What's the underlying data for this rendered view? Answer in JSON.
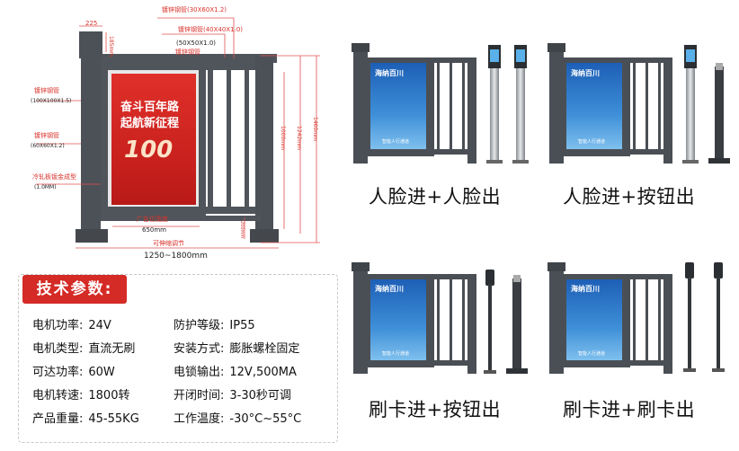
{
  "drawing": {
    "labels": {
      "top_tube": "镀锌钢管(30X60X1.2)",
      "width_225": "225",
      "height_185": "185mm",
      "tube_40": "镀锌钢管(40X40X1.0)",
      "tube_50_spec": "(50X50X1.0)",
      "tube_50_name": "镀锌钢管",
      "left_tube_name": "镀锌钢管",
      "left_tube_spec": "(100X100X1.5)",
      "left_tube2_name": "镀锌钢管",
      "left_tube2_spec": "(60X60X1.2)",
      "plate_name": "冷轧板钣金成型",
      "plate_spec": "(1.0MM)",
      "h_1000": "1000mm",
      "h_1242": "1242mm",
      "h_1460": "1460mm",
      "h_200": "200mm",
      "ad_width": "广告位宽度",
      "ad_650": "650mm",
      "adjustable": "可伸缩调节",
      "range": "1250~1800mm"
    },
    "poster": {
      "line1": "奋斗百年路",
      "line2": "起航新征程",
      "number": "100"
    }
  },
  "spec": {
    "title": "技术参数:",
    "left": [
      {
        "label": "电机功率:",
        "value": "24V"
      },
      {
        "label": "电机类型:",
        "value": "直流无刷"
      },
      {
        "label": "可达功率:",
        "value": "60W"
      },
      {
        "label": "电机转速:",
        "value": "1800转"
      },
      {
        "label": "产品重量:",
        "value": "45-55KG"
      }
    ],
    "right": [
      {
        "label": "防护等级:",
        "value": "IP55"
      },
      {
        "label": "安装方式:",
        "value": "膨胀螺栓固定"
      },
      {
        "label": "电锁输出:",
        "value": "12V,500MA"
      },
      {
        "label": "开闭时间:",
        "value": "3-30秒可调"
      },
      {
        "label": "工作温度:",
        "value": "-30°C~55°C"
      }
    ]
  },
  "panel_brand": "海纳百川",
  "panel_sub": "智能人行通道",
  "captions": [
    "人脸进+人脸出",
    "人脸进+按钮出",
    "刷卡进+按钮出",
    "刷卡进+刷卡出"
  ],
  "colors": {
    "accent_red": "#d42b26",
    "frame": "#4a4f55",
    "panel_blue": "#1c63b8"
  }
}
